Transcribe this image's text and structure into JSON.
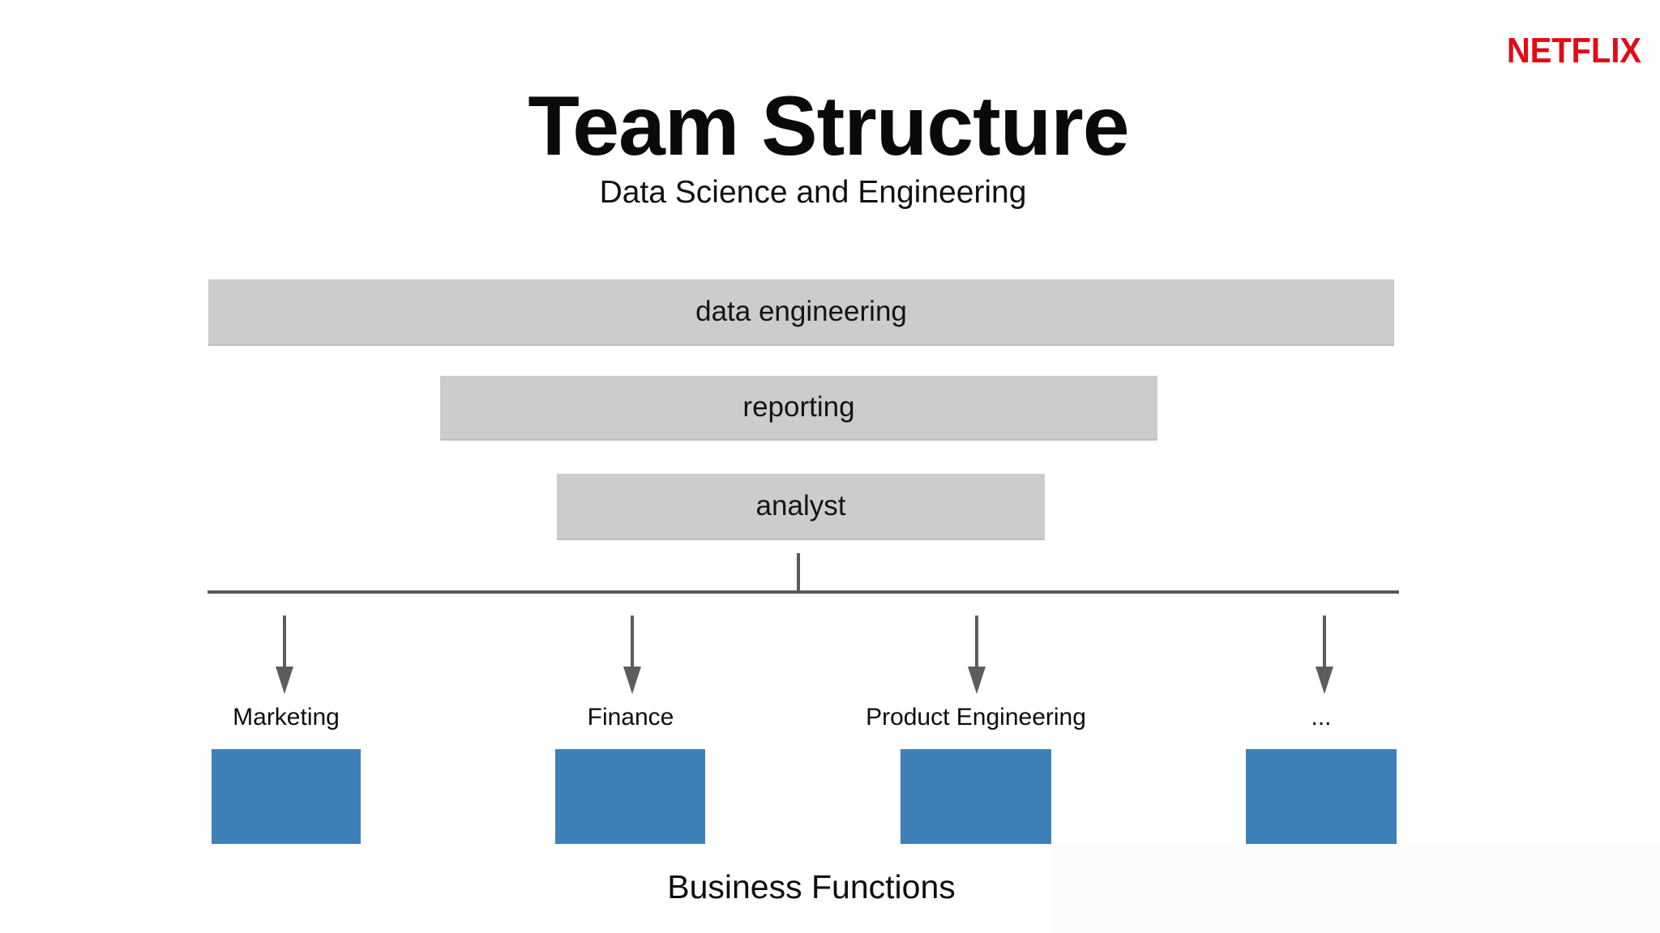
{
  "brand": {
    "logo_text": "NETFLIX",
    "logo_color": "#e50914"
  },
  "header": {
    "title": "Team Structure",
    "subtitle": "Data Science and Engineering"
  },
  "diagram": {
    "layers": [
      {
        "label": "data engineering"
      },
      {
        "label": "reporting"
      },
      {
        "label": "analyst"
      }
    ],
    "layer_bar_color": "#cccccc",
    "connector_color": "#5a5a5a",
    "functions": [
      {
        "label": "Marketing"
      },
      {
        "label": "Finance"
      },
      {
        "label": "Product Engineering"
      },
      {
        "label": "..."
      }
    ],
    "function_box_color": "#3e80b8",
    "caption": "Business Functions"
  }
}
